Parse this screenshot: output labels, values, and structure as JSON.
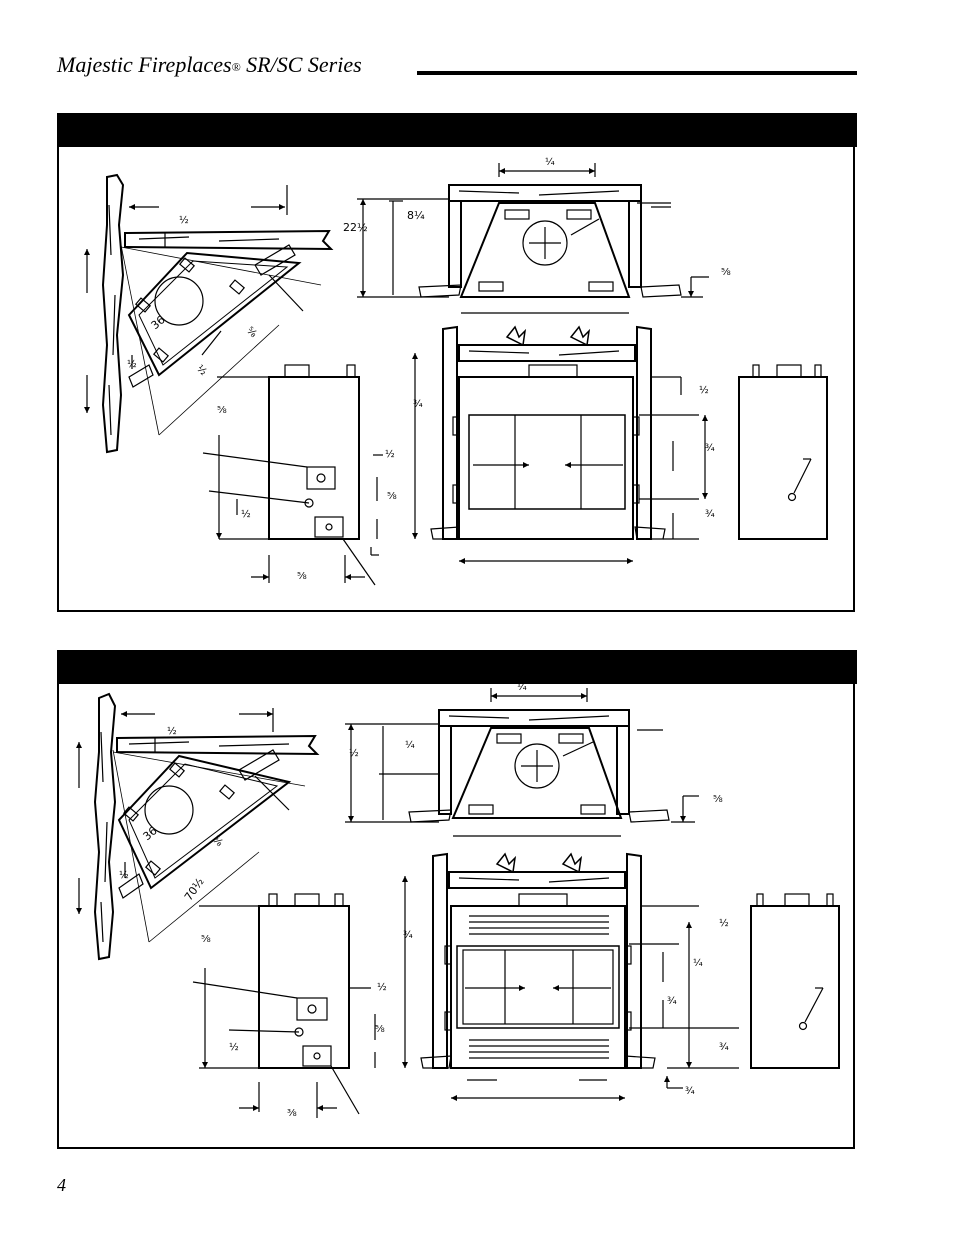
{
  "header": {
    "brand": "Majestic Fireplaces",
    "registered": "®",
    "series": " SR/SC Series"
  },
  "page_number": "4",
  "panel1": {
    "labels": {
      "corner_half_a": "½",
      "corner_36": "36",
      "corner_58": "⅝",
      "corner_half_b": "½",
      "corner_half_c": "½",
      "top_quarter": "¼",
      "top_22half": "22½",
      "top_8quarter": "8¼",
      "top_58": "⅝",
      "side_58": "⅝",
      "side_half_a": "½",
      "side_58_b": "⅝",
      "side_half_b": "½",
      "side_58_c": "⅝",
      "front_34": "¾",
      "front_half": "½",
      "front_34_b": "¾",
      "front_34_c": "¾"
    }
  },
  "panel2": {
    "labels": {
      "corner_half_a": "½",
      "corner_36": "36",
      "corner_58": "⅝",
      "corner_half_b": "½",
      "corner_70half": "70½",
      "top_quarter": "¼",
      "top_half": "½",
      "top_quarter_b": "¼",
      "top_58": "⅝",
      "side_58": "⅝",
      "side_half_a": "½",
      "side_58_b": "⅝",
      "side_half_b": "½",
      "side_38": "⅜",
      "front_34": "¾",
      "front_half": "½",
      "front_quarter": "¼",
      "front_34_b": "¾",
      "front_34_c": "¾",
      "front_34_d": "¾"
    }
  }
}
